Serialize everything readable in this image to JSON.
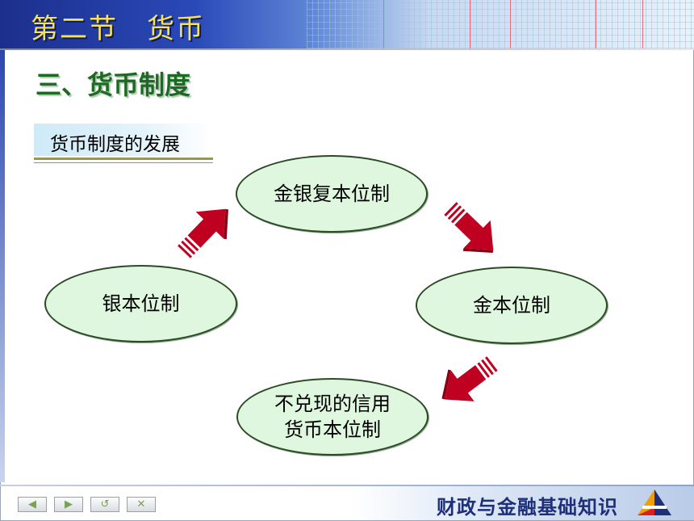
{
  "header": {
    "title": "第二节　货币",
    "accent_colors": {
      "band_dark": "#1c2f8c",
      "title_text": "#f6e15a"
    }
  },
  "section": {
    "heading": "三、货币制度"
  },
  "subtitle": {
    "text": "货币制度的发展"
  },
  "diagram": {
    "nodes": {
      "silver": {
        "label": "银本位制"
      },
      "bimetal": {
        "label": "金银复本位制"
      },
      "gold": {
        "label": "金本位制"
      },
      "fiat": {
        "line1": "不兑现的信用",
        "line2": "货币本位制"
      }
    },
    "flow": [
      "银本位制",
      "金银复本位制",
      "金本位制",
      "不兑现的信用货币本位制"
    ],
    "colors": {
      "node_fill": "#dff7de",
      "node_border": "#2b4a25",
      "arrow": "#c00020"
    }
  },
  "footer": {
    "brand": "财政与金融基础知识",
    "nav": [
      {
        "icon": "arrow-left-icon",
        "glyph": "◀"
      },
      {
        "icon": "arrow-right-icon",
        "glyph": "▶"
      },
      {
        "icon": "return-icon",
        "glyph": "↺"
      },
      {
        "icon": "close-icon",
        "glyph": "✕"
      }
    ]
  }
}
